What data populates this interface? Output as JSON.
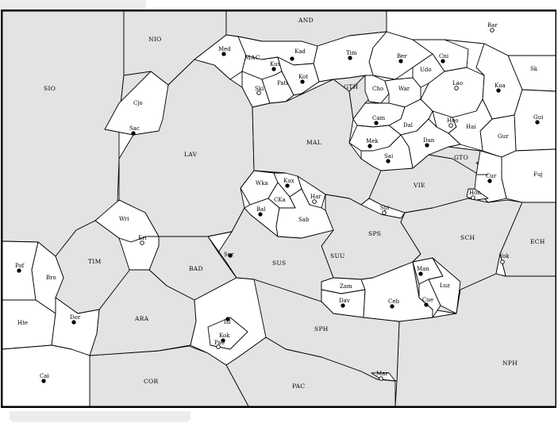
{
  "regions": {
    "SIO": "SIO",
    "NIO": "NIO",
    "AND": "AND",
    "LAV": "LAV",
    "MAL": "MAL",
    "GTH": "GTH",
    "GTO": "GTO",
    "VIE": "VIE",
    "SPS": "SPS",
    "SCH": "SCH",
    "ECH": "ECH",
    "NPH": "NPH",
    "SPH": "SPH",
    "PAC": "PAC",
    "COR": "COR",
    "ARA": "ARA",
    "BAD": "BAD",
    "SUS": "SUS",
    "SUU": "SUU",
    "TIM": "TIM",
    "MAC": "MAC"
  },
  "cities": [
    {
      "id": "Bar",
      "marker": "open"
    },
    {
      "id": "Med",
      "marker": "filled"
    },
    {
      "id": "Kad",
      "marker": "filled"
    },
    {
      "id": "Tim",
      "marker": "filled"
    },
    {
      "id": "Ber",
      "marker": "filled"
    },
    {
      "id": "Cni",
      "marker": "filled"
    },
    {
      "id": "Udo",
      "marker": "none"
    },
    {
      "id": "Sk",
      "marker": "none"
    },
    {
      "id": "Kus",
      "marker": "filled"
    },
    {
      "id": "Kot",
      "marker": "filled"
    },
    {
      "id": "Ski",
      "marker": "open"
    },
    {
      "id": "Pati",
      "marker": "none"
    },
    {
      "id": "Cho",
      "marker": "none"
    },
    {
      "id": "War",
      "marker": "none"
    },
    {
      "id": "Lao",
      "marker": "open"
    },
    {
      "id": "Kua",
      "marker": "filled"
    },
    {
      "id": "Gui",
      "marker": "filled"
    },
    {
      "id": "Cam",
      "marker": "filled"
    },
    {
      "id": "Dal",
      "marker": "none"
    },
    {
      "id": "Hoo",
      "marker": "open"
    },
    {
      "id": "Hai",
      "marker": "none"
    },
    {
      "id": "Mek",
      "marker": "filled"
    },
    {
      "id": "Dan",
      "marker": "filled"
    },
    {
      "id": "Gur",
      "marker": "none"
    },
    {
      "id": "Sai",
      "marker": "filled"
    },
    {
      "id": "Cur",
      "marker": "filled"
    },
    {
      "id": "Fuj",
      "marker": "none"
    },
    {
      "id": "Hon",
      "marker": "open"
    },
    {
      "id": "Cjo",
      "marker": "none"
    },
    {
      "id": "Sac",
      "marker": "filled"
    },
    {
      "id": "Wka",
      "marker": "none"
    },
    {
      "id": "Kux",
      "marker": "filled"
    },
    {
      "id": "CKa",
      "marker": "none"
    },
    {
      "id": "Har",
      "marker": "open"
    },
    {
      "id": "Bal",
      "marker": "filled"
    },
    {
      "id": "Sab",
      "marker": "none"
    },
    {
      "id": "Spi",
      "marker": "open"
    },
    {
      "id": "Wri",
      "marker": "none"
    },
    {
      "id": "Eri",
      "marker": "open"
    },
    {
      "id": "Sur",
      "marker": "filled"
    },
    {
      "id": "Yok",
      "marker": "open"
    },
    {
      "id": "Man",
      "marker": "filled"
    },
    {
      "id": "Luz",
      "marker": "none"
    },
    {
      "id": "Zam",
      "marker": "none"
    },
    {
      "id": "Dav",
      "marker": "filled"
    },
    {
      "id": "Ceb",
      "marker": "filled"
    },
    {
      "id": "Cue",
      "marker": "filled"
    },
    {
      "id": "Pof",
      "marker": "filled"
    },
    {
      "id": "Bro",
      "marker": "none"
    },
    {
      "id": "Hte",
      "marker": "none"
    },
    {
      "id": "Dor",
      "marker": "filled"
    },
    {
      "id": "Cai",
      "marker": "filled"
    },
    {
      "id": "Isl",
      "marker": "filled"
    },
    {
      "id": "Kok",
      "marker": "filled"
    },
    {
      "id": "Pao",
      "marker": "open"
    },
    {
      "id": "Mar",
      "marker": "open"
    }
  ],
  "colors": {
    "sea": "#e3e3e3",
    "land": "#ffffff",
    "border": "#000000"
  }
}
